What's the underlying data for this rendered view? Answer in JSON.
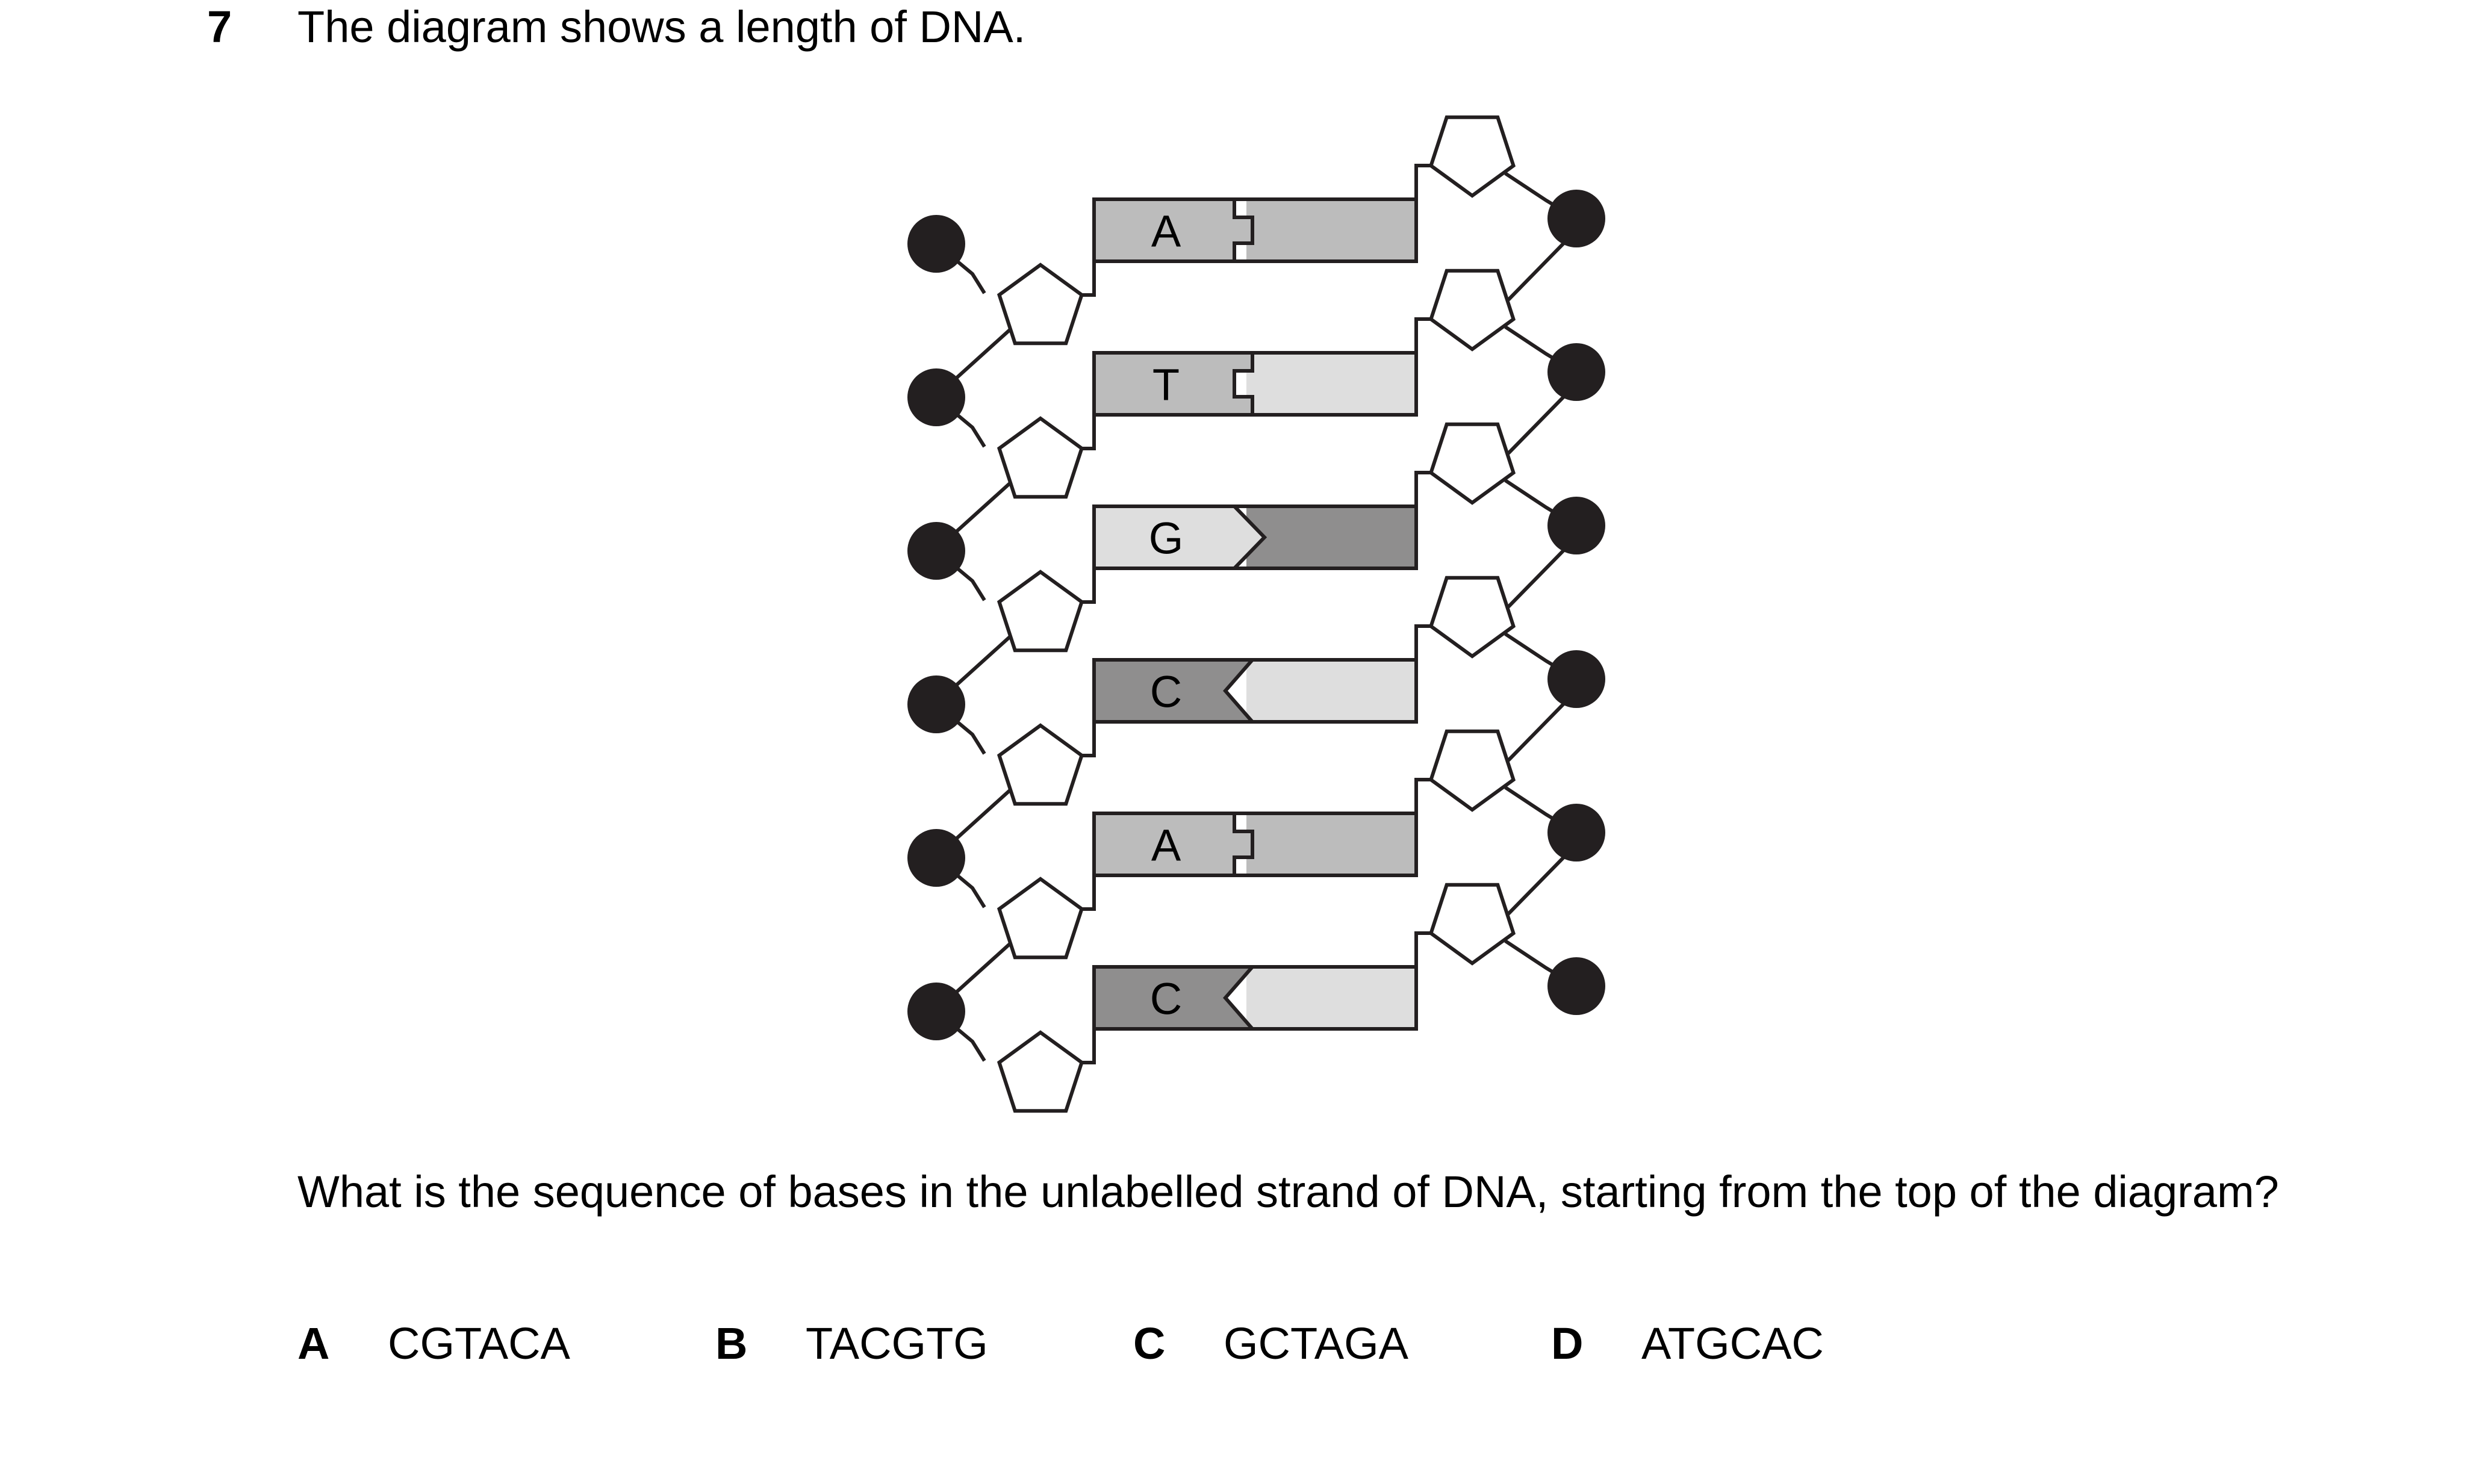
{
  "question": {
    "number": "7",
    "stem": "The diagram shows a length of DNA.",
    "prompt": "What is the sequence of bases in the unlabelled strand of DNA, starting from the top of the diagram?"
  },
  "diagram": {
    "labelled_bases": [
      "A",
      "T",
      "G",
      "C",
      "A",
      "C"
    ],
    "colors": {
      "base_A_fill": "#bcbcbc",
      "base_T_fill": "#bcbcbc",
      "base_G_fill": "#dedede",
      "base_C_fill": "#8f8e8e",
      "pair_light_fill": "#dedede",
      "pair_dark_fill": "#8f8e8e",
      "phosphate_fill": "#231f20",
      "outline": "#231f20"
    }
  },
  "options": [
    {
      "letter": "A",
      "text": "CGTACA"
    },
    {
      "letter": "B",
      "text": "TACGTG"
    },
    {
      "letter": "C",
      "text": "GCTAGA"
    },
    {
      "letter": "D",
      "text": "ATGCAC"
    }
  ]
}
